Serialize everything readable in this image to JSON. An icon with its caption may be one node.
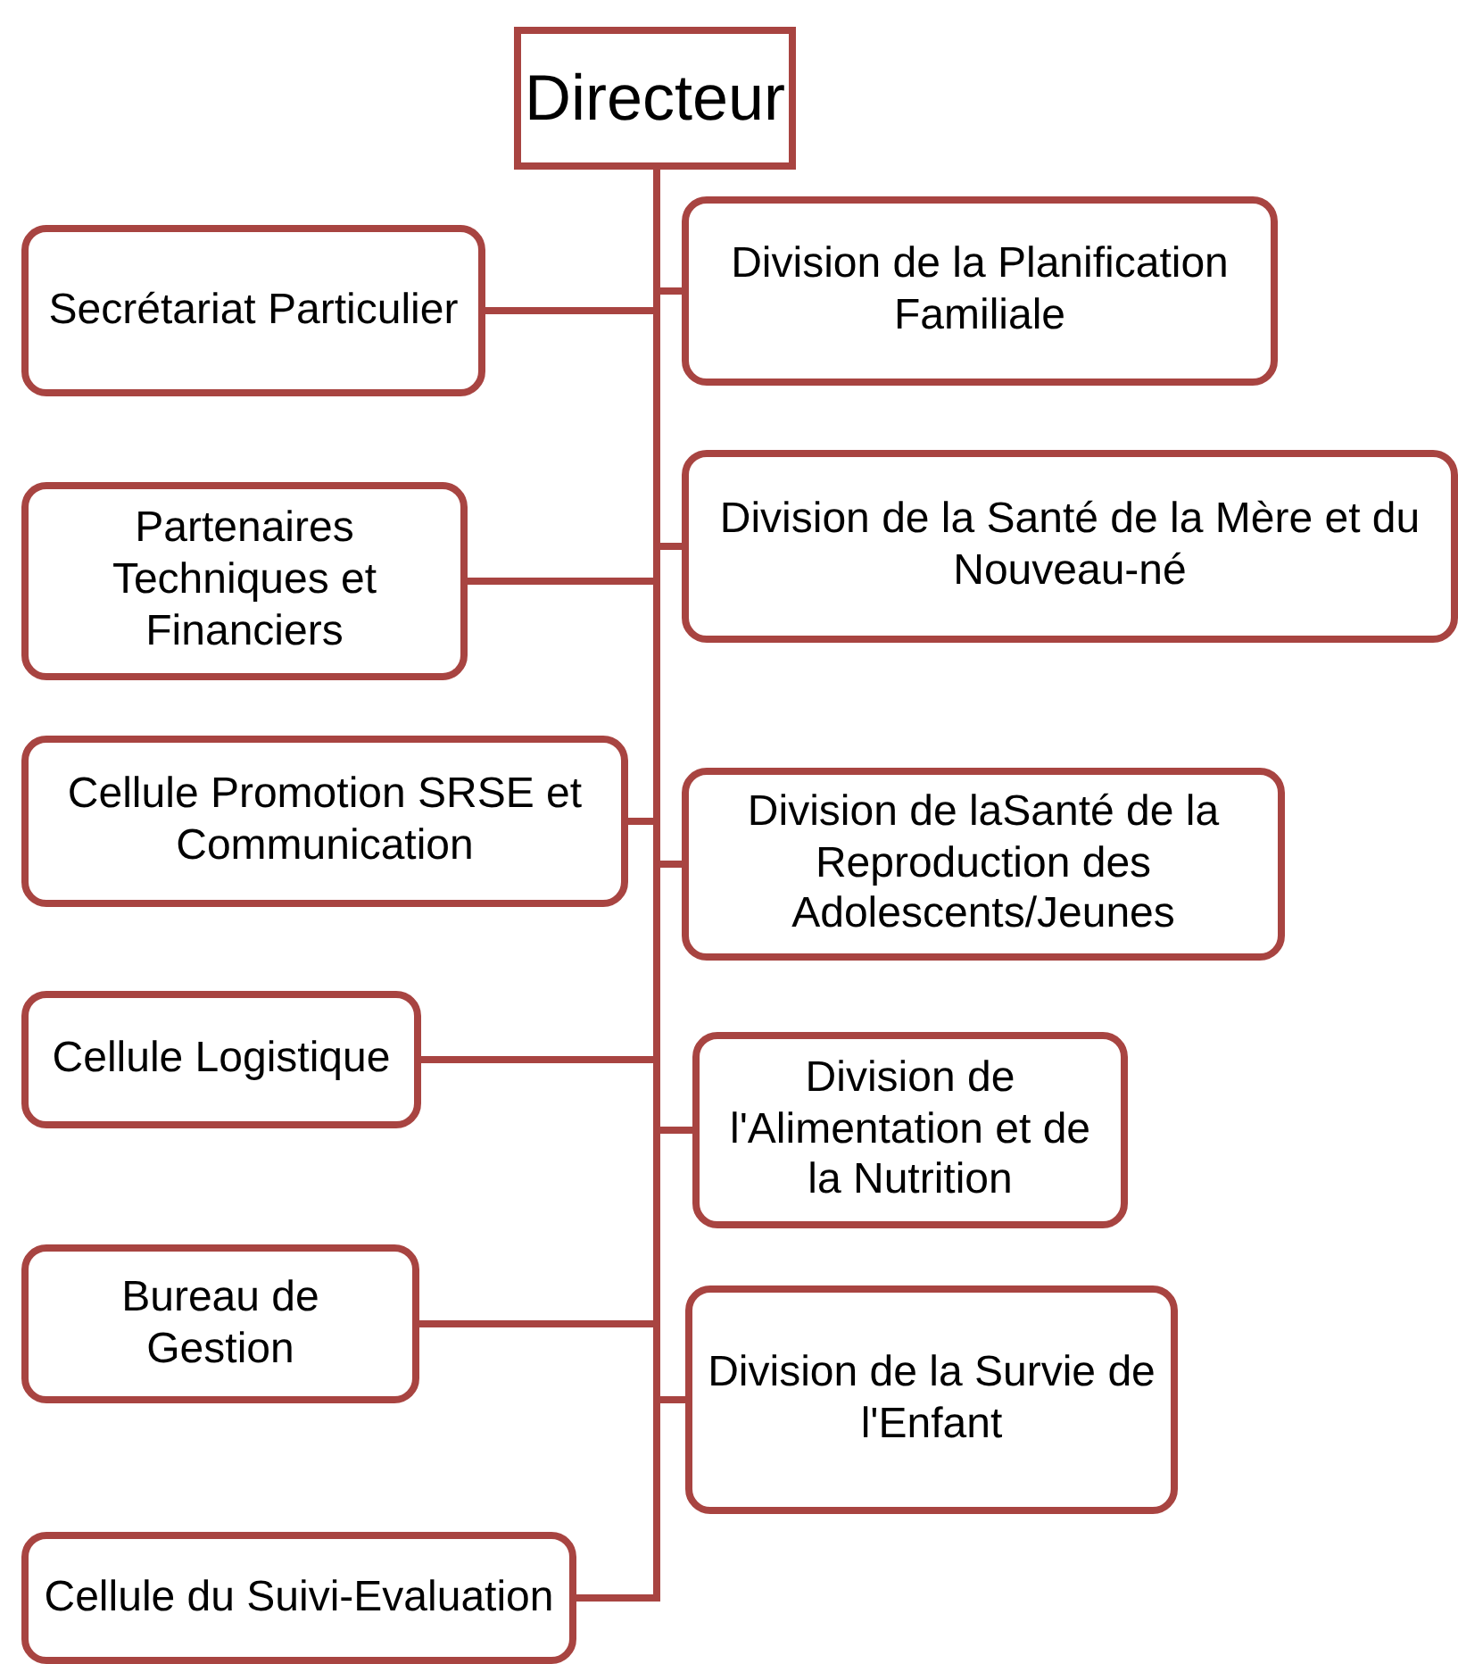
{
  "diagram": {
    "nodes": [
      {
        "text": [
          "Directeur"
        ]
      },
      {
        "text": [
          "Secrétariat Particulier"
        ]
      },
      {
        "text": [
          "Division de la Planification Familiale"
        ]
      },
      {
        "text": [
          "Partenaires Techniques et Financiers"
        ]
      },
      {
        "text": [
          "Division de la Santé de la Mère et du Nouveau-né"
        ]
      },
      {
        "text": [
          "Cellule Promotion SRSE et Communication"
        ]
      },
      {
        "text": [
          "Division de laSanté de la Reproduction des Adolescents/Jeunes"
        ]
      },
      {
        "text": [
          "Cellule Logistique"
        ]
      },
      {
        "text": [
          "Division de l'Alimentation et de la Nutrition"
        ]
      },
      {
        "text": [
          "Bureau de Gestion"
        ]
      },
      {
        "text": [
          "Division de la Survie de l'Enfant"
        ]
      },
      {
        "text": [
          "Cellule du Suivi-Evaluation"
        ]
      }
    ],
    "edges": [
      {
        "from": 0,
        "to": 1,
        "arrow": "none"
      },
      {
        "from": 0,
        "to": 2,
        "arrow": "none"
      },
      {
        "from": 0,
        "to": 3,
        "arrow": "none"
      },
      {
        "from": 0,
        "to": 4,
        "arrow": "none"
      },
      {
        "from": 0,
        "to": 5,
        "arrow": "none"
      },
      {
        "from": 0,
        "to": 6,
        "arrow": "none"
      },
      {
        "from": 0,
        "to": 7,
        "arrow": "none"
      },
      {
        "from": 0,
        "to": 8,
        "arrow": "none"
      },
      {
        "from": 0,
        "to": 9,
        "arrow": "none"
      },
      {
        "from": 0,
        "to": 10,
        "arrow": "none"
      },
      {
        "from": 0,
        "to": 11,
        "arrow": "none"
      }
    ]
  }
}
